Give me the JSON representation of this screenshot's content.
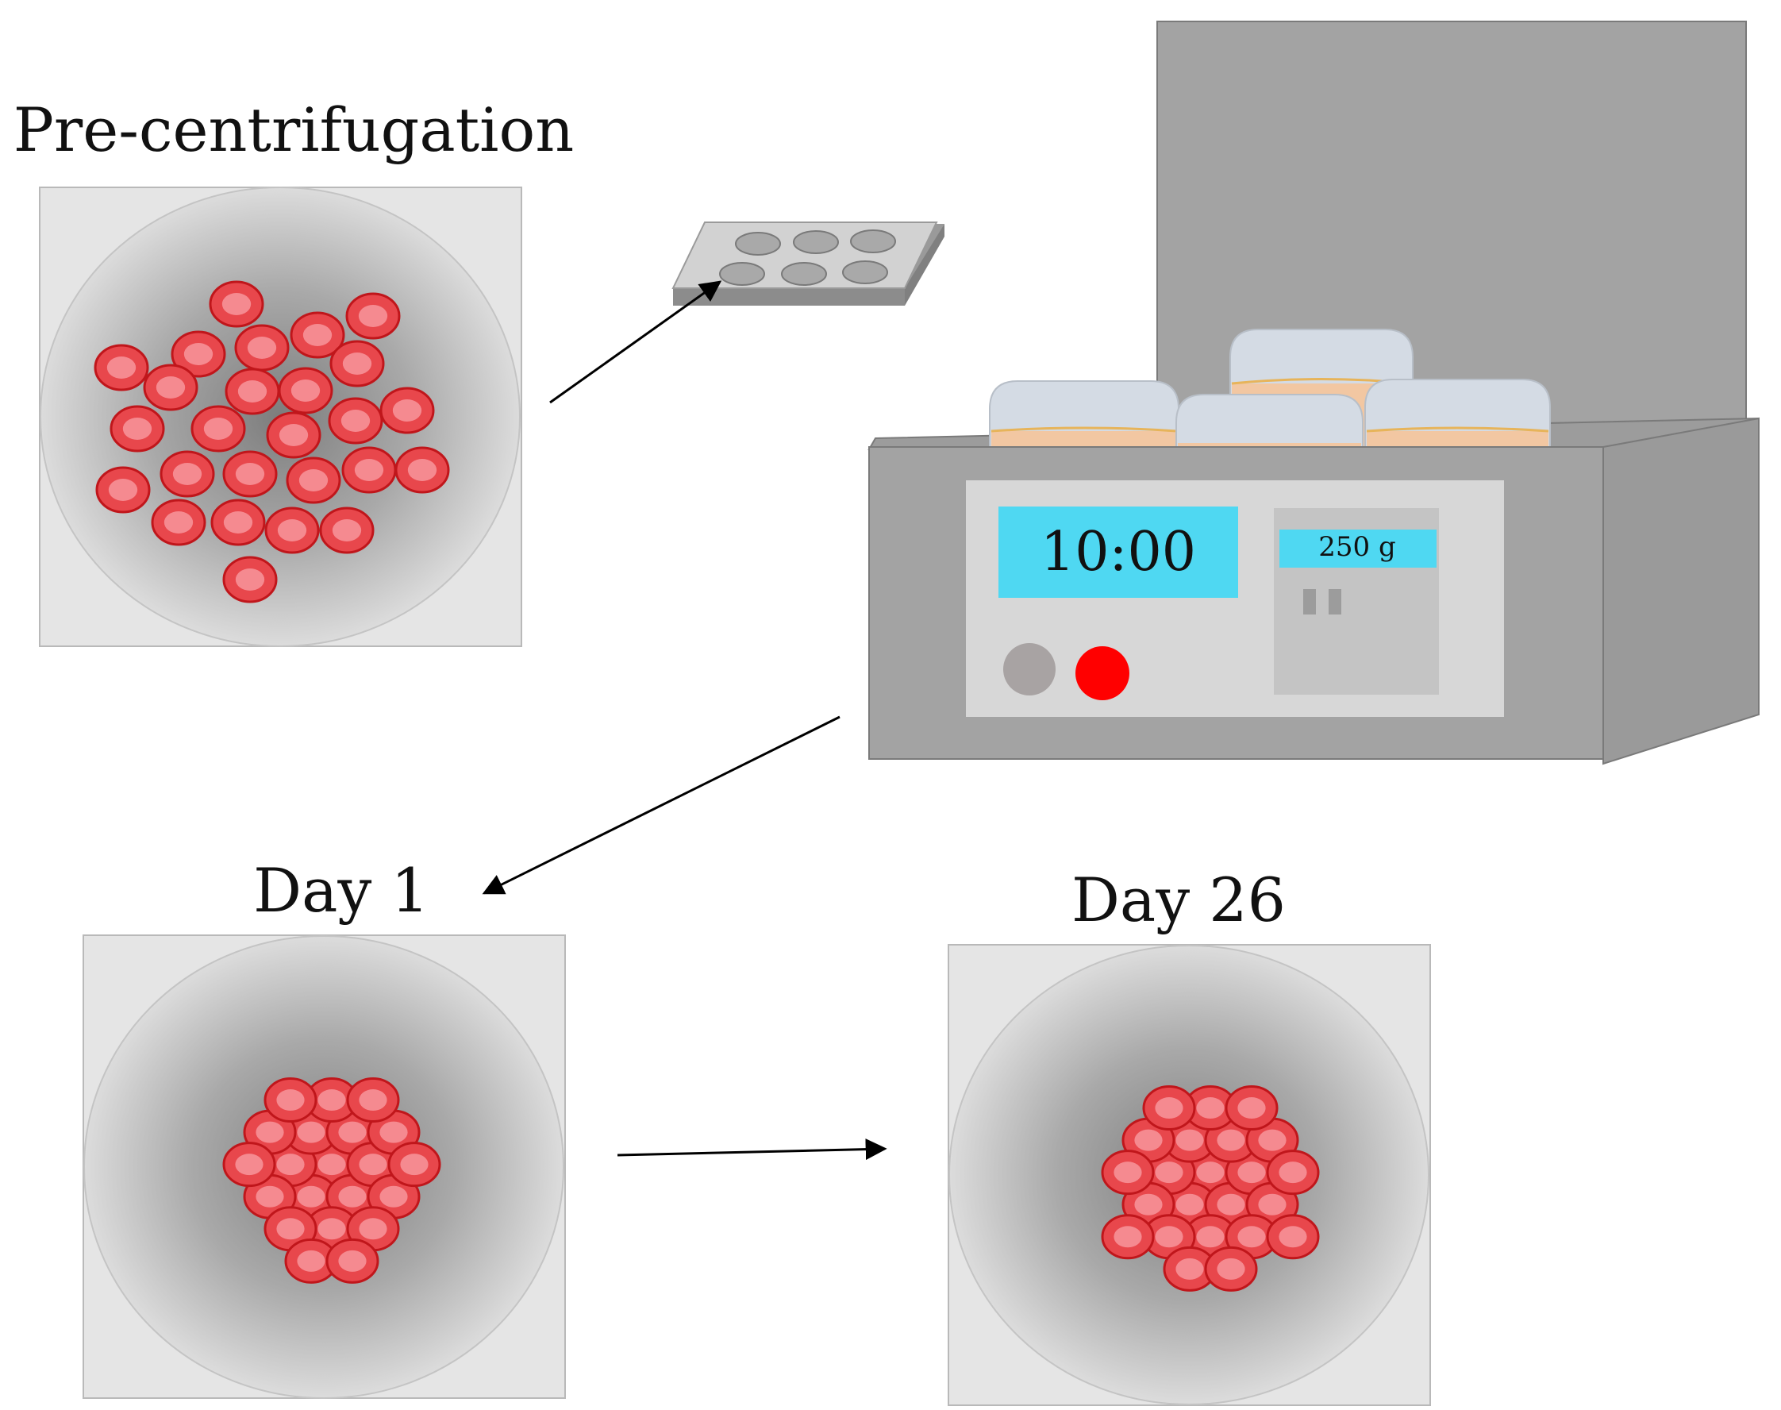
{
  "labels": {
    "pre": "Pre-centrifugation",
    "day1": "Day 1",
    "day26": "Day 26"
  },
  "centrifuge": {
    "timer": "10:00",
    "speed": "250 g"
  },
  "colors": {
    "cell_fill": "#e8474c",
    "cell_stroke": "#c0161b",
    "cell_highlight": "#f58a90",
    "lcd": "#4fd8f2",
    "body": "#a3a3a3",
    "panel": "#d7d7d7",
    "start_button": "#ff0000",
    "stop_button": "#a8a3a3",
    "bucket": "#d4dbe4",
    "bucket_base": "#f2c7a2"
  }
}
